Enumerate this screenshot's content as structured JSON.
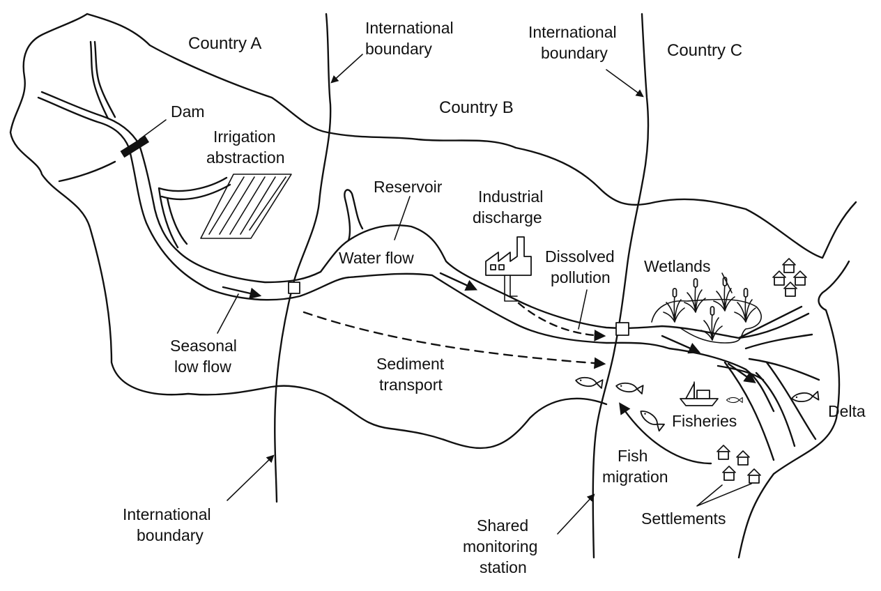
{
  "labels": {
    "country_a": "Country A",
    "country_b": "Country B",
    "country_c": "Country C",
    "intl_boundary_1_l1": "International",
    "intl_boundary_1_l2": "boundary",
    "intl_boundary_2_l1": "International",
    "intl_boundary_2_l2": "boundary",
    "intl_boundary_3_l1": "International",
    "intl_boundary_3_l2": "boundary",
    "dam": "Dam",
    "irrigation_l1": "Irrigation",
    "irrigation_l2": "abstraction",
    "reservoir": "Reservoir",
    "water_flow": "Water flow",
    "industrial_l1": "Industrial",
    "industrial_l2": "discharge",
    "dissolved_l1": "Dissolved",
    "dissolved_l2": "pollution",
    "wetlands": "Wetlands",
    "seasonal_l1": "Seasonal",
    "seasonal_l2": "low flow",
    "sediment_l1": "Sediment",
    "sediment_l2": "transport",
    "fisheries": "Fisheries",
    "delta": "Delta",
    "fish_l1": "Fish",
    "fish_l2": "migration",
    "settlements": "Settlements",
    "monitoring_l1": "Shared",
    "monitoring_l2": "monitoring",
    "monitoring_l3": "station"
  },
  "icons": [
    "dam-icon",
    "factory-icon",
    "reed-icon",
    "house-icon",
    "fish-icon",
    "boat-icon",
    "monitoring-station-icon"
  ],
  "colors": {
    "ink": "#111111",
    "background": "#ffffff"
  }
}
